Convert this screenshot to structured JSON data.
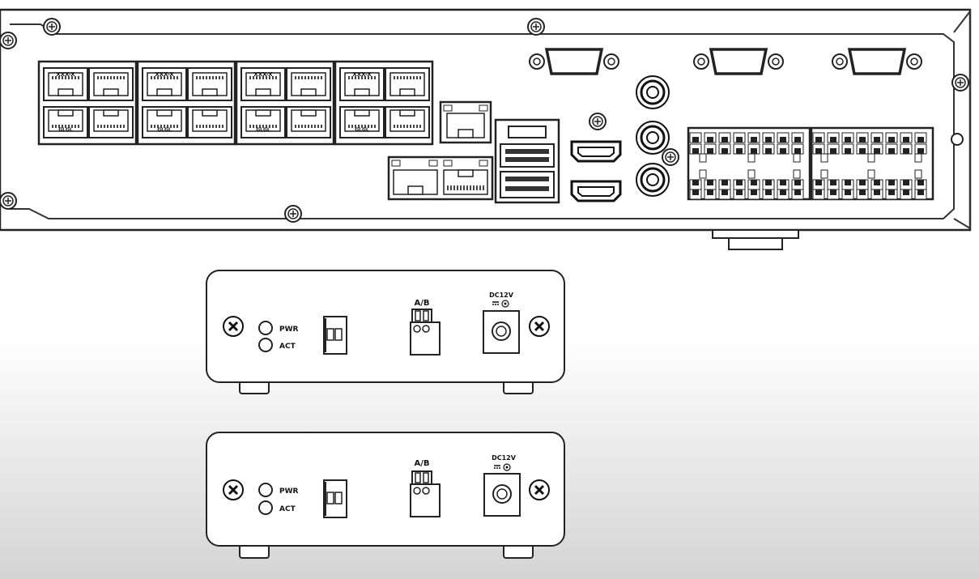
{
  "nvr": {
    "network_port_labels": [
      "XXX-X",
      "XXX-X",
      "XXX-X",
      "XXX-X"
    ],
    "network_port_sublabels": [
      "GLGL",
      "GLGL",
      "GLGL",
      "GLGL"
    ]
  },
  "decoder_units": [
    {
      "led_labels": [
        "PWR",
        "ACT"
      ],
      "rs485_label": "A/B",
      "power_label": "DC12V"
    },
    {
      "led_labels": [
        "PWR",
        "ACT"
      ],
      "rs485_label": "A/B",
      "power_label": "DC12V"
    }
  ]
}
